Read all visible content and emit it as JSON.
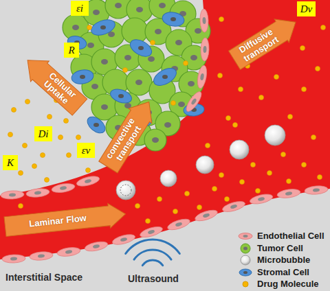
{
  "diagram": {
    "nodes": [
      {
        "text": [
          "εi"
        ]
      },
      {
        "text": [
          "Dv"
        ]
      },
      {
        "text": [
          "Diffusive transport"
        ]
      },
      {
        "text": [
          "R"
        ]
      },
      {
        "text": [
          "Cellular Uptake"
        ]
      },
      {
        "text": [
          "Di"
        ]
      },
      {
        "text": [
          "convective transport"
        ]
      },
      {
        "text": [
          "εv"
        ]
      },
      {
        "text": [
          "K"
        ]
      },
      {
        "text": [
          "Laminar Flow"
        ]
      }
    ],
    "labels": [
      "Interstitial Space",
      "Ultrasound"
    ],
    "legend": [
      {
        "text": "Endothelial Cell"
      },
      {
        "text": "Tumor Cell"
      },
      {
        "text": "Microbubble"
      },
      {
        "text": "Stromal Cell"
      },
      {
        "text": "Drug Molecule"
      }
    ]
  }
}
